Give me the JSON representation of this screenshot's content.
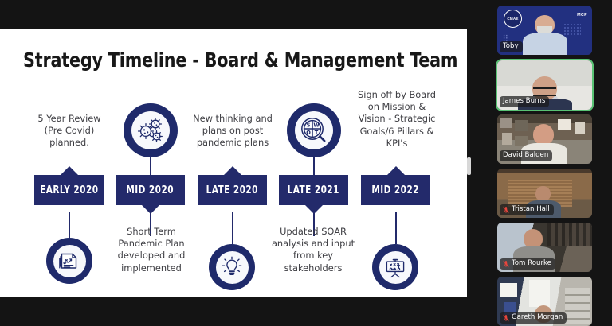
{
  "app": {
    "background_color": "#141414",
    "slide_background": "#ffffff",
    "accent_navy": "#232a6b",
    "node_ring": "#1f2a6b",
    "active_speaker_color": "#59c274",
    "mute_icon_color": "#e8453c"
  },
  "slide": {
    "title": "Strategy Timeline - Board & Management Team",
    "timeline": [
      {
        "period_label": "EARLY 2020",
        "above_caption": "5 Year Review\n(Pre Covid)\nplanned.",
        "above_caption_lines": [
          "5 Year Review",
          "(Pre Covid)",
          "planned."
        ],
        "below_caption_lines": [],
        "icon": "document-plan-icon",
        "icon_position": "below",
        "notch": "up"
      },
      {
        "period_label": "MID 2020",
        "above_caption_lines": [],
        "below_caption_lines": [
          "Short Term",
          "Pandemic Plan",
          "developed and",
          "implemented"
        ],
        "icon": "virus-icon",
        "icon_position": "above",
        "notch": "down"
      },
      {
        "period_label": "LATE 2020",
        "above_caption_lines": [
          "New thinking and",
          "plans on post",
          "pandemic plans"
        ],
        "below_caption_lines": [],
        "icon": "lightbulb-icon",
        "icon_position": "below",
        "notch": "up"
      },
      {
        "period_label": "LATE 2021",
        "above_caption_lines": [],
        "below_caption_lines": [
          "Updated SOAR",
          "analysis and input",
          "from key",
          "stakeholders"
        ],
        "icon": "swot-magnifier-icon",
        "icon_position": "above",
        "notch": "down"
      },
      {
        "period_label": "MID 2022",
        "above_caption_lines": [
          "Sign off by Board",
          "on Mission &",
          "Vision - Strategic",
          "Goals/6 Pillars &",
          "KPI's"
        ],
        "below_caption_lines": [],
        "icon": "strategy-board-icon",
        "icon_position": "below",
        "notch": "up"
      }
    ]
  },
  "handle": {
    "name": "panel-resize-handle"
  },
  "filmstrip": {
    "participants": [
      {
        "name": "Toby",
        "muted": false,
        "active_speaker": false,
        "virtual_background": true,
        "logo_text": "CMAE",
        "secondary_logo_text": "MCP"
      },
      {
        "name": "James Burns",
        "muted": false,
        "active_speaker": true,
        "virtual_background": false
      },
      {
        "name": "David Balden",
        "muted": false,
        "active_speaker": false,
        "virtual_background": false
      },
      {
        "name": "Tristan Hall",
        "muted": true,
        "active_speaker": false,
        "virtual_background": false
      },
      {
        "name": "Tom Rourke",
        "muted": true,
        "active_speaker": false,
        "virtual_background": false
      },
      {
        "name": "Gareth Morgan",
        "muted": true,
        "active_speaker": false,
        "virtual_background": false
      }
    ]
  }
}
